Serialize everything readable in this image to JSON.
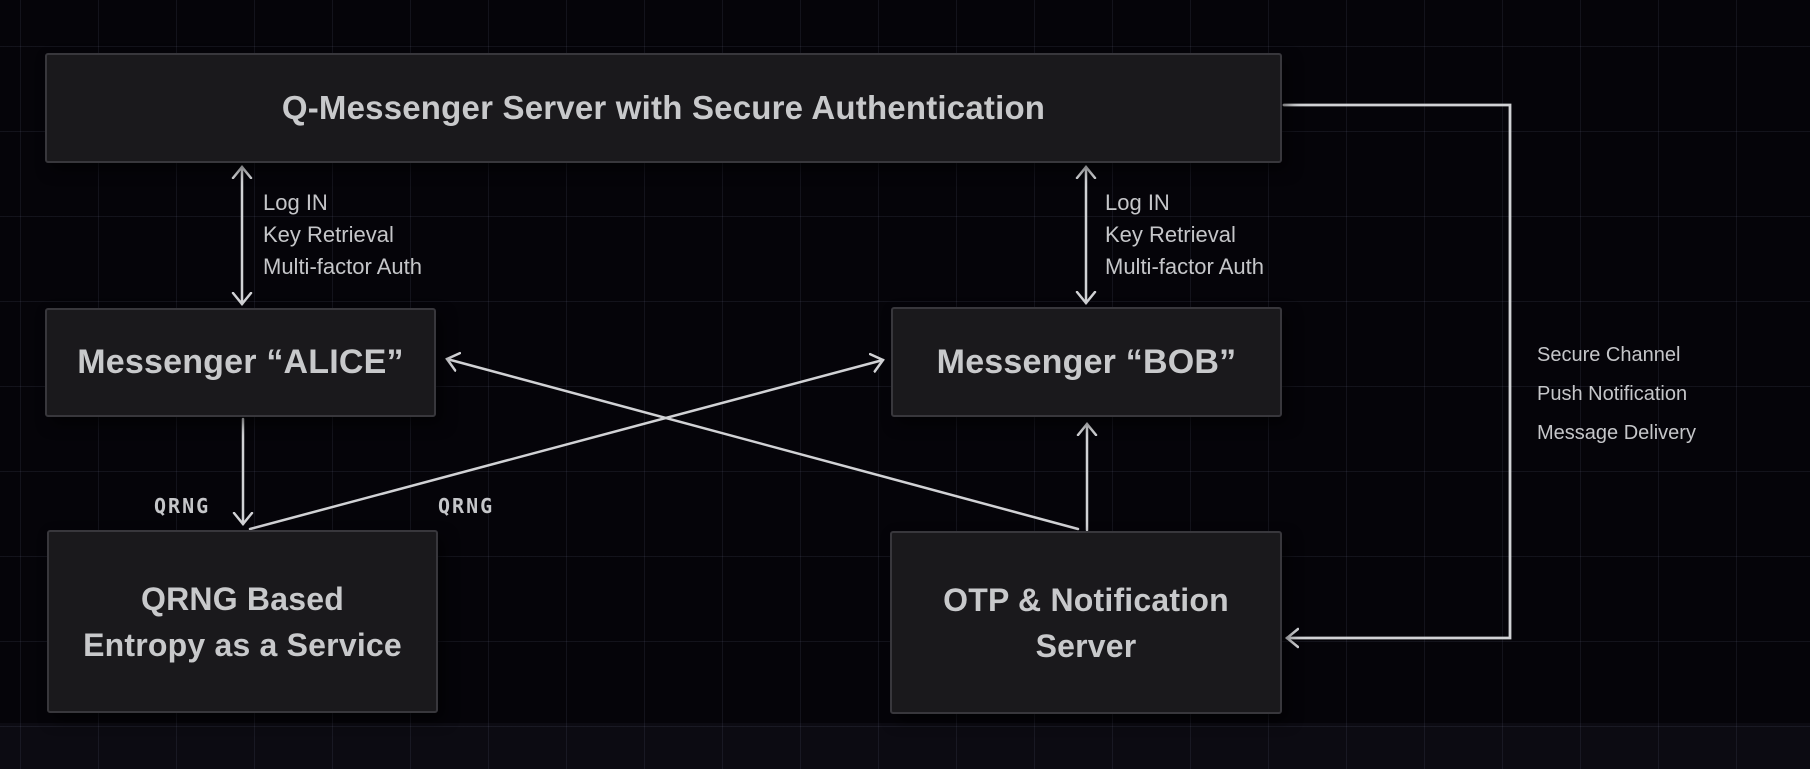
{
  "diagram": {
    "nodes": {
      "server": {
        "label": "Q-Messenger Server with Secure Authentication"
      },
      "alice": {
        "label": "Messenger “ALICE”"
      },
      "bob": {
        "label": "Messenger “BOB”"
      },
      "qrng": {
        "lines": [
          "QRNG Based",
          "Entropy as a Service"
        ]
      },
      "otp": {
        "lines": [
          "OTP & Notification",
          "Server"
        ]
      }
    },
    "edge_labels": {
      "auth_left": {
        "lines": [
          "Log IN",
          "Key Retrieval",
          "Multi-factor Auth"
        ]
      },
      "auth_right": {
        "lines": [
          "Log IN",
          "Key Retrieval",
          "Multi-factor Auth"
        ]
      },
      "qrng_left": {
        "label": "QRNG"
      },
      "qrng_cross": {
        "label": "QRNG"
      },
      "secure_channel": {
        "lines": [
          "Secure Channel",
          "Push Notification",
          "Message Delivery"
        ]
      }
    },
    "edges": [
      {
        "from": "server",
        "to": "alice",
        "style": "double-headed-vertical"
      },
      {
        "from": "server",
        "to": "bob",
        "style": "double-headed-vertical"
      },
      {
        "from": "alice",
        "to": "qrng",
        "style": "arrow-down"
      },
      {
        "from": "otp",
        "to": "bob",
        "style": "arrow-up"
      },
      {
        "from": "qrng",
        "to": "bob",
        "style": "diagonal-arrow"
      },
      {
        "from": "otp",
        "to": "alice",
        "style": "diagonal-arrow"
      },
      {
        "from": "server",
        "to": "otp",
        "style": "orthogonal-right-side-arrow"
      }
    ]
  },
  "colors": {
    "background": "#050409",
    "grid_line": "rgba(150,150,190,0.10)",
    "box_fill": "#1a191c",
    "box_border": "#38373c",
    "box_text": "#c8c9cb",
    "label_text": "#c5c6c9",
    "arrow": "#d1d2d5",
    "bottom_band": "rgba(140,135,175,0.06)"
  }
}
